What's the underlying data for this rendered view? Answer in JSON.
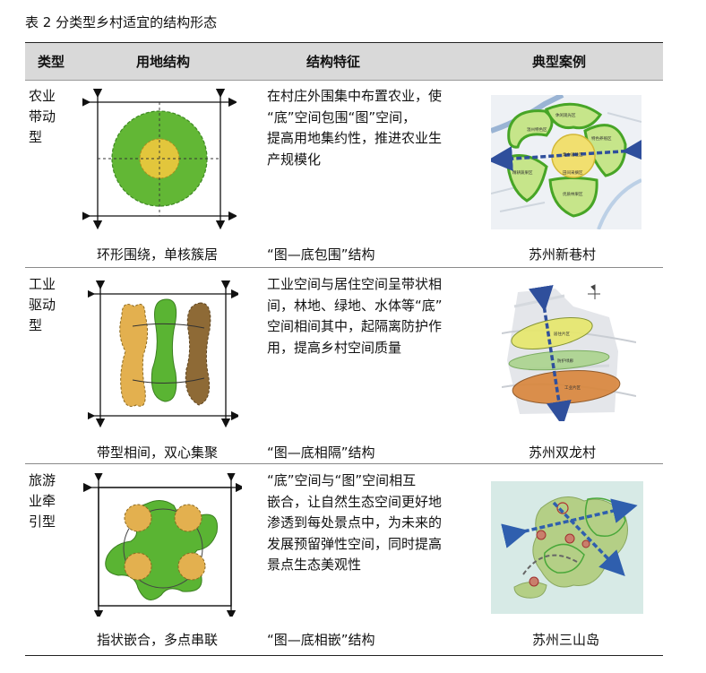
{
  "caption": "表 2 分类型乡村适宜的结构形态",
  "header": {
    "type": "类型",
    "land_structure": "用地结构",
    "features": "结构特征",
    "case": "典型案例"
  },
  "rows": [
    {
      "type_lines": [
        "农业",
        "带动",
        "型"
      ],
      "desc_lines": [
        "在村庄外围集中布置农业，使",
        "“底”空间包围“图”空间，",
        "提高用地集约性，推进农业生",
        "产规模化"
      ],
      "pattern": "环形围绕，单核簇居",
      "structure": "“图—底包围”结构",
      "case": "苏州新巷村",
      "map_labels": [
        "温州特色区",
        "休闲观光区",
        "特色养殖区",
        "集中居住区",
        "精耕蔬果区",
        "田间采摘区",
        "优质林果区"
      ]
    },
    {
      "type_lines": [
        "工业",
        "驱动",
        "型"
      ],
      "desc_lines": [
        "工业空间与居住空间呈带状相",
        "间，林地、绿地、水体等“底”",
        "空间相间其中，起隔离防护作",
        "用，提高乡村空间质量"
      ],
      "pattern": "带型相间，双心集聚",
      "structure": "“图—底相隔”结构",
      "case": "苏州双龙村",
      "map_labels": [
        "居住片区",
        "防护绿廊",
        "工业片区"
      ]
    },
    {
      "type_lines": [
        "旅游",
        "业牵",
        "引型"
      ],
      "desc_lines": [
        "“底”空间与“图”空间相互",
        "嵌合，让自然生态空间更好地",
        "渗透到每处景点中，为未来的",
        "发展预留弹性空间，同时提高",
        "景点生态美观性"
      ],
      "pattern": "指状嵌合，多点串联",
      "structure": "“图—底相嵌”结构",
      "case": "苏州三山岛",
      "map_labels": []
    }
  ],
  "colors": {
    "green": "#62b735",
    "yellow": "#e7c33a",
    "ochre": "#e3b04f",
    "brown": "#8e6a36",
    "blue": "#2f4f9c",
    "header_bg": "#d9d9d9"
  }
}
